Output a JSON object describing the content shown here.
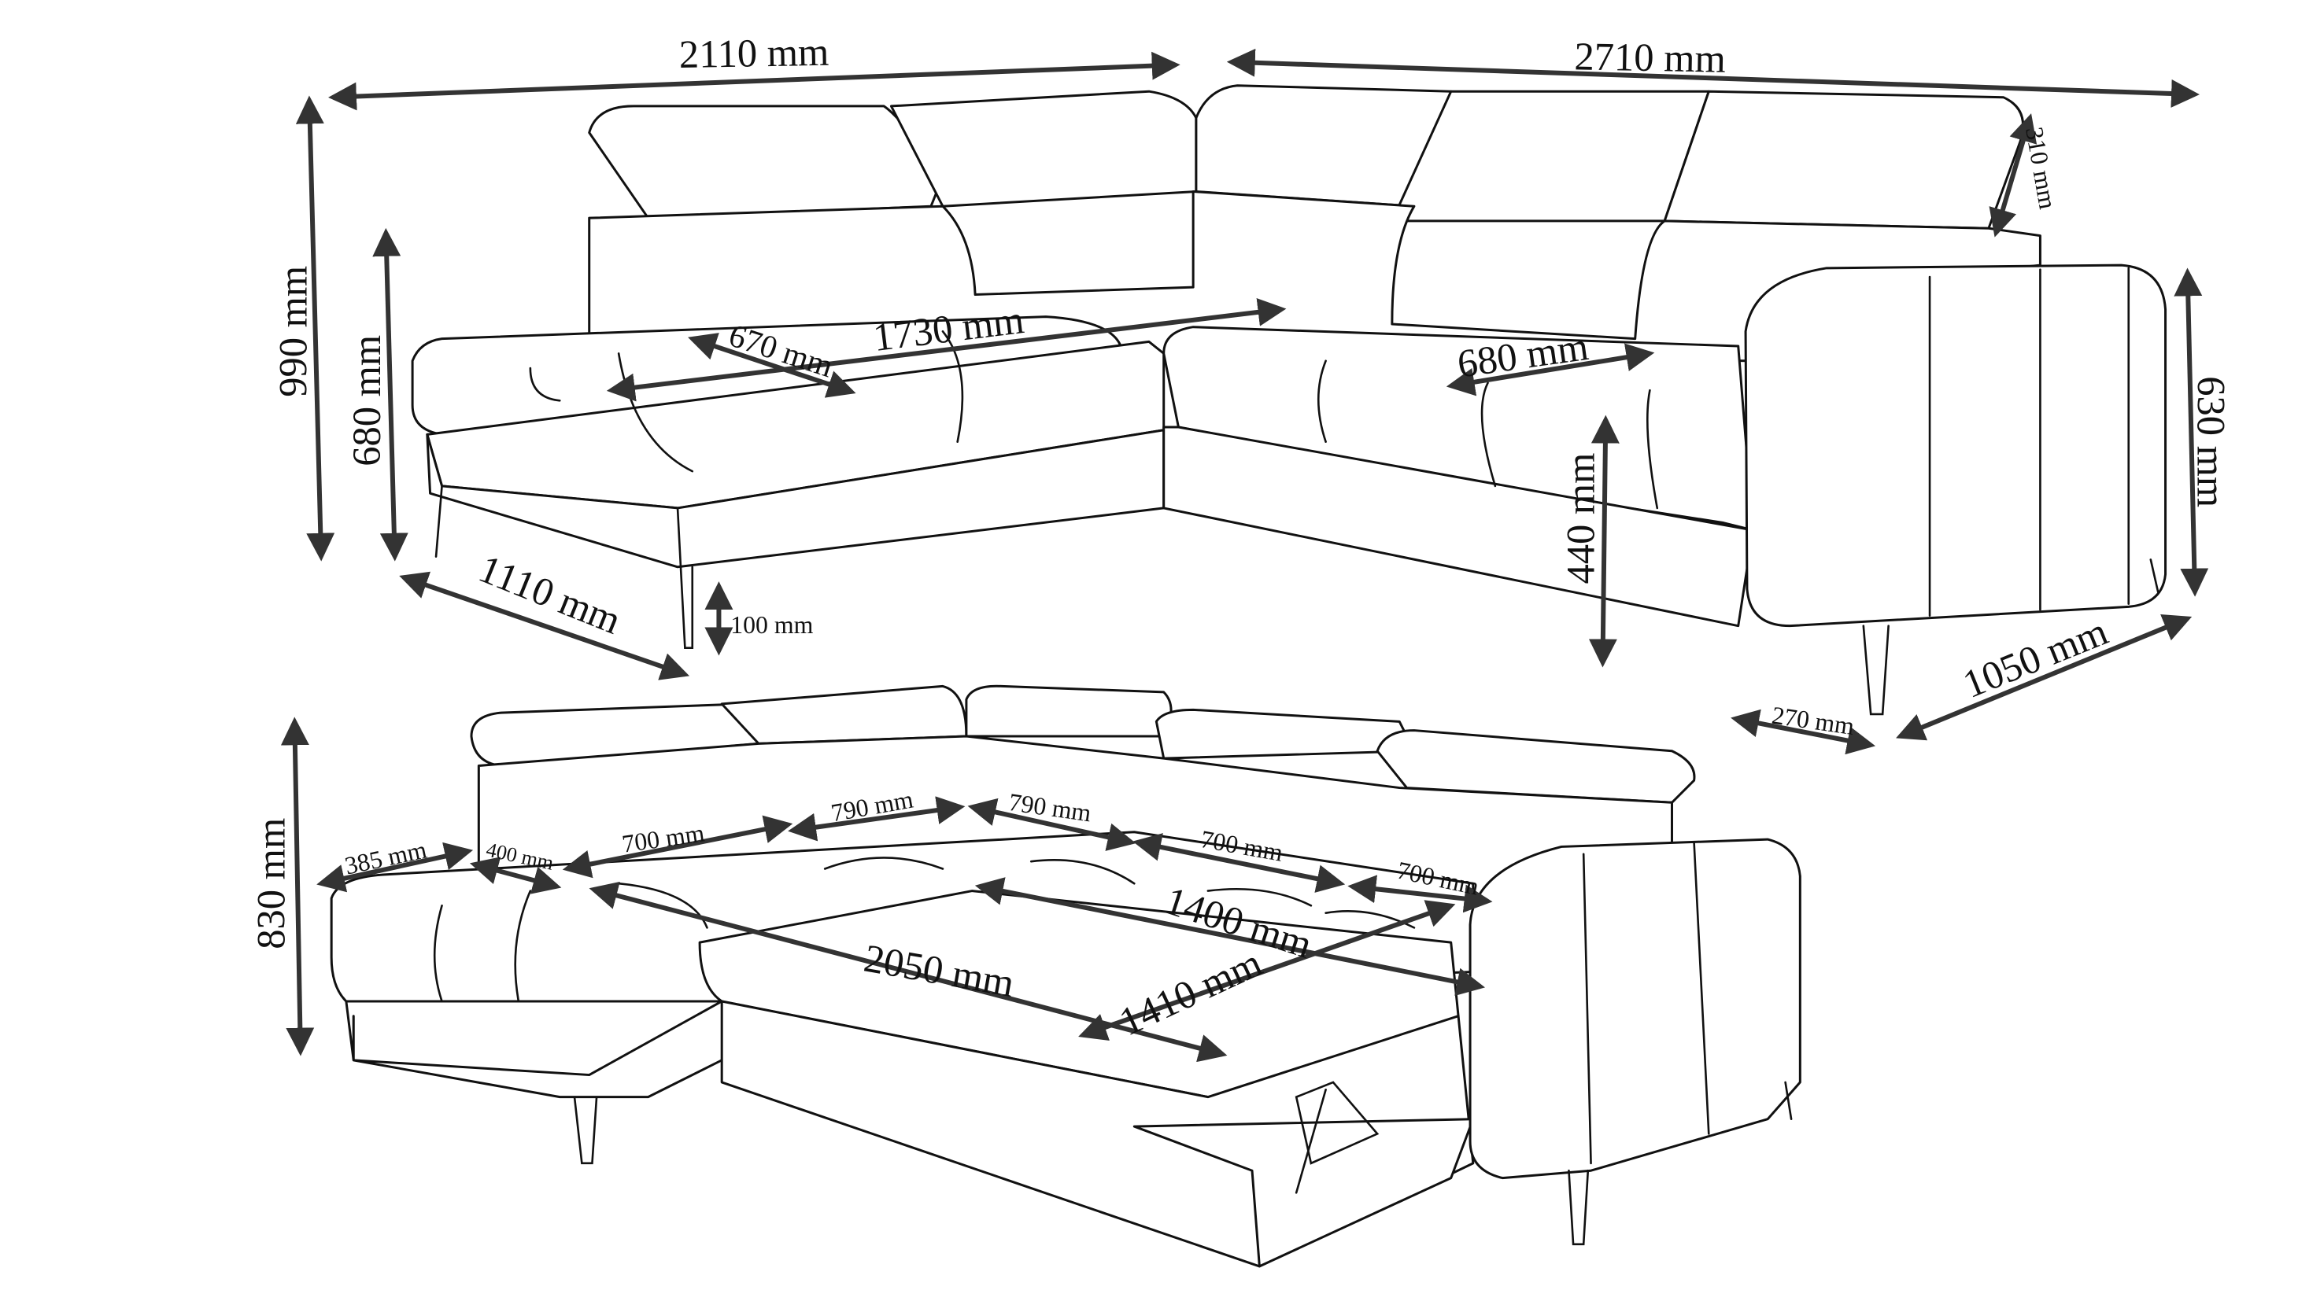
{
  "top_view": {
    "width_left": "2110 mm",
    "width_right": "2710 mm",
    "total_height": "990 mm",
    "back_height": "680 mm",
    "seat_depth_chaise": "670 mm",
    "seat_length": "1730 mm",
    "seat_depth_right": "680 mm",
    "headrest": "310 mm",
    "armrest_height": "630 mm",
    "seat_height": "440 mm",
    "chaise_depth": "1110 mm",
    "leg_height": "100 mm",
    "right_depth": "1050 mm",
    "armrest_width": "270 mm"
  },
  "bed_view": {
    "height": "830 mm",
    "chaise_arm": "385 mm",
    "chaise_back": "400 mm",
    "seg1": "700 mm",
    "seg2": "790 mm",
    "seg3": "790 mm",
    "seg4": "700 mm",
    "seg5": "700 mm",
    "bed_width": "1400 mm",
    "bed_length": "2050 mm",
    "bed_width2": "1410 mm"
  }
}
